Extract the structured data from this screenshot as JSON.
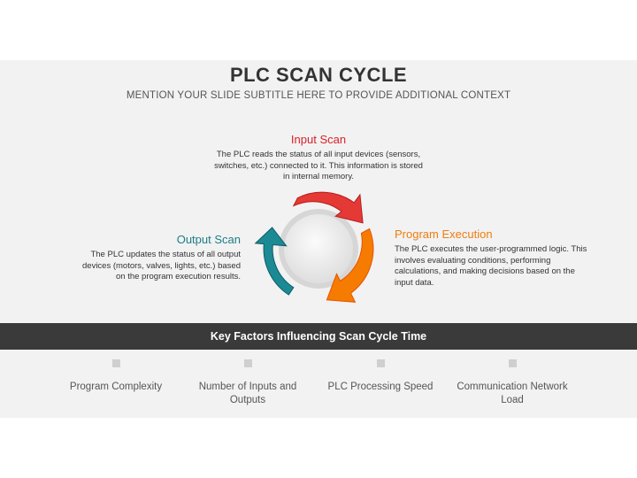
{
  "header": {
    "title": "PLC SCAN CYCLE",
    "subtitle": "MENTION YOUR SLIDE SUBTITLE HERE TO PROVIDE ADDITIONAL CONTEXT"
  },
  "cycle": {
    "input_scan": {
      "title": "Input Scan",
      "description": "The PLC reads the status of all input devices (sensors, switches, etc.) connected to it. This information is stored in internal memory.",
      "color": "#d91f26"
    },
    "program_execution": {
      "title": "Program Execution",
      "description": "The PLC executes the user-programmed logic. This involves evaluating conditions, performing calculations, and making decisions based on the input data.",
      "color": "#ee7d10"
    },
    "output_scan": {
      "title": "Output Scan",
      "description": "The PLC updates the status of all output devices (motors, valves, lights, etc.) based on the program execution results.",
      "color": "#1b7e86"
    }
  },
  "factors": {
    "heading": "Key Factors Influencing Scan Cycle Time",
    "items": [
      {
        "label": "Program Complexity"
      },
      {
        "label": "Number of Inputs and Outputs"
      },
      {
        "label": "PLC Processing Speed"
      },
      {
        "label": "Communication Network Load"
      }
    ]
  }
}
